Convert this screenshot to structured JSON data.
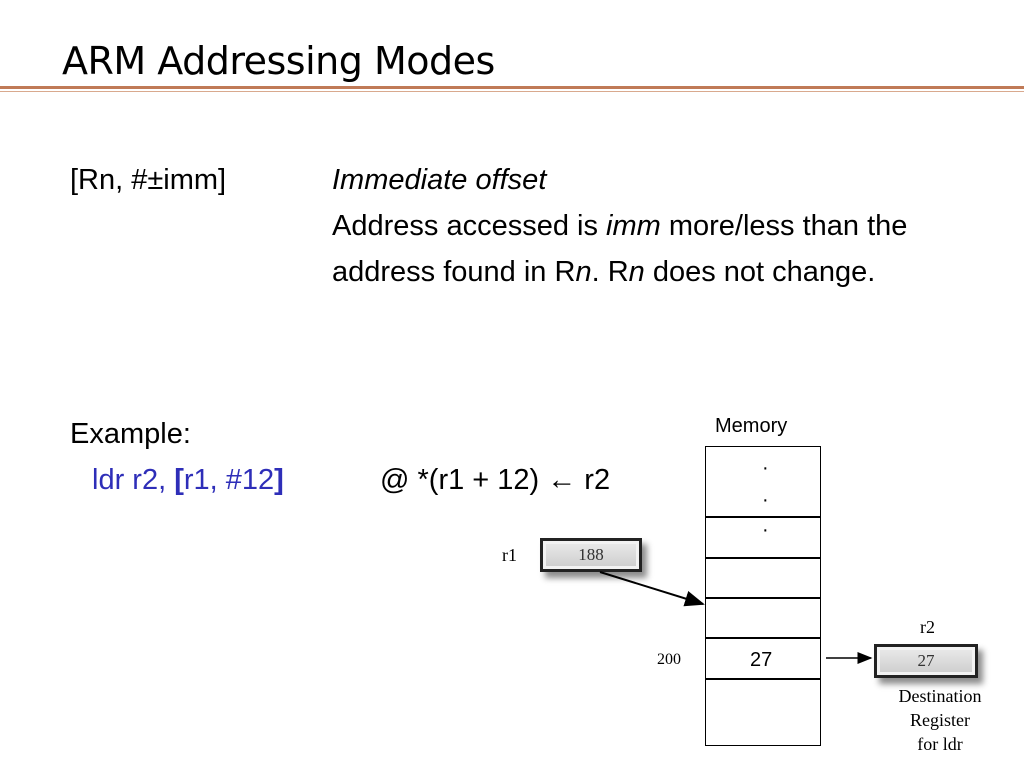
{
  "slide": {
    "title": "ARM Addressing Modes",
    "syntax": "[Rn, #±imm]",
    "mode_name": "Immediate offset",
    "description": {
      "part1": "Address accessed is ",
      "imm": "imm",
      "part2": " more/less than the address found in R",
      "n1": "n",
      "part3": ". R",
      "n2": "n",
      "part4": " does not change."
    },
    "example_label": "Example:",
    "code": {
      "instr": "ldr r2, ",
      "open_bracket": "[",
      "operand": "r1, #12",
      "close_bracket": "]"
    },
    "comment": "@  *(r1 + 12) ← r2"
  },
  "diagram": {
    "memory_label": "Memory",
    "dot": "·",
    "cell_200_value": "27",
    "address_200": "200",
    "r1_label": "r1",
    "r1_value": "188",
    "r2_label": "r2",
    "r2_value": "27",
    "r2_caption": [
      "Destination",
      "Register",
      "for ldr"
    ]
  }
}
